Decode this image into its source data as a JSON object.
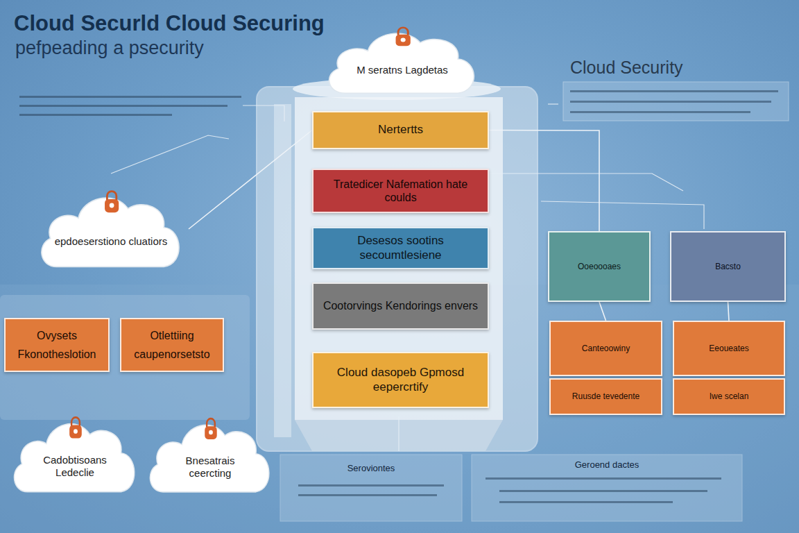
{
  "diagram": {
    "title": "Cloud Securld Cloud Securing",
    "nodes": [
      {
        "text": [
          "M seratns Lagdetas"
        ]
      },
      {
        "text": [
          "epdoeserstiono cluatiors"
        ]
      },
      {
        "text": [
          "Nertertts"
        ]
      },
      {
        "text": [
          "Tratedicer Nafemation hate coulds"
        ]
      },
      {
        "text": [
          "Desesos sootins secoumtlesiene"
        ]
      },
      {
        "text": [
          "Cootorvings Kendorings envers"
        ]
      },
      {
        "text": [
          "Cloud dasopeb Gpmosd eepercrtify"
        ]
      },
      {
        "text": [
          "Ooeoooaes"
        ]
      },
      {
        "text": [
          "Bacsto"
        ]
      },
      {
        "text": [
          "Canteoowiny"
        ]
      },
      {
        "text": [
          "Eeoueates"
        ]
      },
      {
        "text": [
          "Ruusde tevedente"
        ]
      },
      {
        "text": [
          "Iwe scelan"
        ]
      },
      {
        "text": [
          "Ovysets",
          "Fkonotheslotion"
        ]
      },
      {
        "text": [
          "Otlettiing",
          "caupenorsetsto"
        ]
      },
      {
        "text": [
          "Cadobtisoans Ledeclie"
        ]
      },
      {
        "text": [
          "Bnesatrais ceercting"
        ]
      },
      {
        "text": [
          "Seroviontes"
        ]
      },
      {
        "text": [
          "Geroend dactes"
        ]
      }
    ],
    "edges": [
      {
        "from": 1,
        "to": 2,
        "arrow": "none"
      },
      {
        "from": 2,
        "to": 7,
        "arrow": "none"
      },
      {
        "from": 7,
        "to": 9,
        "arrow": "none"
      },
      {
        "from": 8,
        "to": 10,
        "arrow": "none"
      }
    ],
    "labels": [
      "pefpeading a psecurity",
      "Cloud Security"
    ]
  }
}
